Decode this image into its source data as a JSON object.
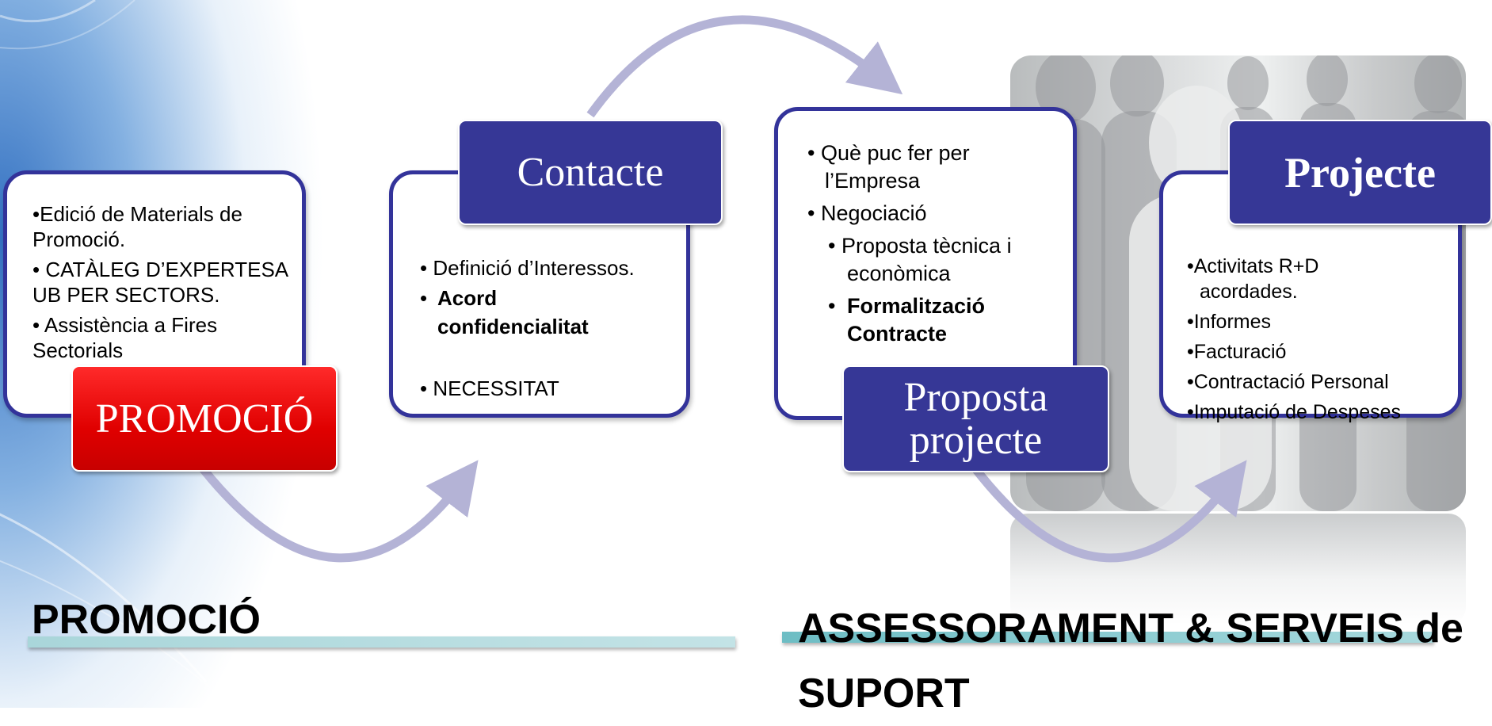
{
  "stages": [
    {
      "title": "PROMOCIÓ",
      "items": [
        {
          "text": "•Edició de Materials de Promoció.",
          "bold": false
        },
        {
          "text": "• CATÀLEG D’EXPERTESA UB PER SECTORS.",
          "bold": false
        },
        {
          "text": "• Assistència a Fires Sectorials",
          "bold": false
        }
      ]
    },
    {
      "title": "Contacte",
      "items": [
        {
          "text": "• Definició d’Interessos.",
          "bold": false
        },
        {
          "bullet": "•",
          "text": "Acord confidencialitat",
          "bold": true
        },
        {
          "text": "• NECESSITAT",
          "bold": false
        }
      ]
    },
    {
      "title": "Proposta projecte",
      "items": [
        {
          "text": "• Què puc fer per l’Empresa"
        },
        {
          "text": "• Negociació"
        },
        {
          "text": "• Proposta tècnica i econòmica"
        },
        {
          "bullet": "•",
          "text": "Formalització Contracte"
        }
      ]
    },
    {
      "title": "Projecte",
      "items": [
        {
          "text": "•Activitats R+D acordades."
        },
        {
          "text": "•Informes"
        },
        {
          "text": "•Facturació"
        },
        {
          "text": "•Contractació Personal"
        },
        {
          "text": "•Imputació de Despeses"
        }
      ]
    }
  ],
  "sections": {
    "left": "PROMOCIÓ",
    "right_line1": "ASSESSORAMENT & SERVEIS de",
    "right_line2": "SUPORT"
  },
  "colors": {
    "box_border": "#33339a",
    "title_fill": "#363796",
    "promo_fill": "#e00000",
    "arrow": "#b4b3d6"
  }
}
